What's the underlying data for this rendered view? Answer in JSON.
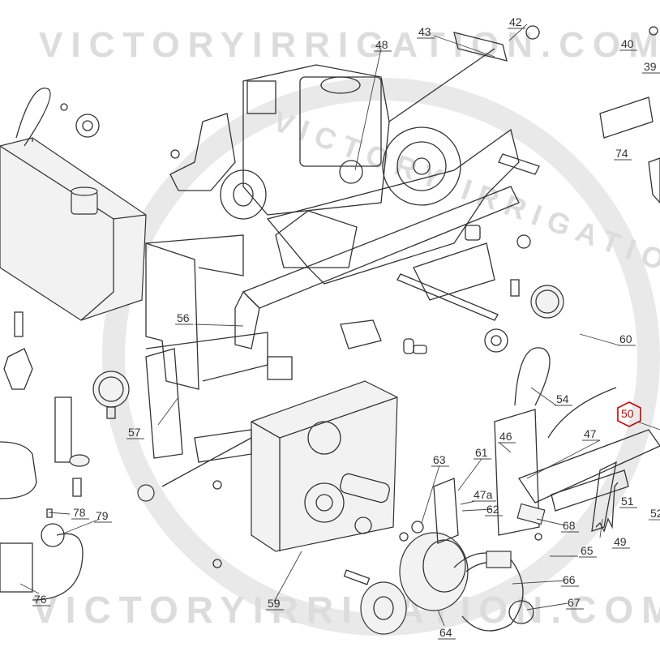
{
  "watermark": {
    "top_text": "VICTORYIRRIGATION.COM",
    "bottom_text": "VICTORYIRRIGATION.COM",
    "emblem_text": "VICTORY IRRIGATION"
  },
  "highlight_color": "#cc0000",
  "highlighted_callout": "50",
  "callouts": [
    "42",
    "43",
    "48",
    "40",
    "39",
    "74",
    "56",
    "60",
    "54",
    "57",
    "50",
    "46",
    "47",
    "61",
    "63",
    "47a",
    "62",
    "51",
    "52",
    "68",
    "49",
    "78",
    "79",
    "65",
    "66",
    "76",
    "59",
    "64",
    "67"
  ]
}
